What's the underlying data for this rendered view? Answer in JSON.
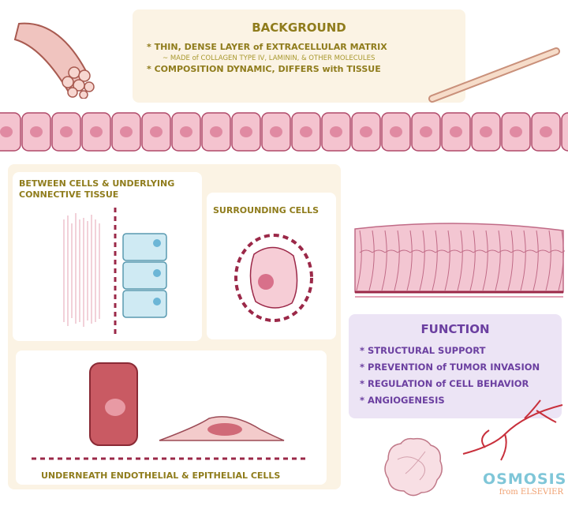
{
  "background": {
    "title": "BACKGROUND",
    "bullets": [
      {
        "text": "* THIN, DENSE LAYER of EXTRACELLULAR MATRIX",
        "sub": "~ MADE of COLLAGEN TYPE IV, LAMININ, & OTHER MOLECULES"
      },
      {
        "text": "* COMPOSITION DYNAMIC, DIFFERS with TISSUE"
      }
    ]
  },
  "locations": {
    "between": "BETWEEN CELLS & UNDERLYING CONNECTIVE TISSUE",
    "surrounding": "SURROUNDING CELLS",
    "underneath": "UNDERNEATH ENDOTHELIAL & EPITHELIAL CELLS"
  },
  "function": {
    "title": "FUNCTION",
    "items": [
      "* STRUCTURAL SUPPORT",
      "* PREVENTION of TUMOR INVASION",
      "* REGULATION of CELL BEHAVIOR",
      "* ANGIOGENESIS"
    ]
  },
  "logo": {
    "name": "OSMOSIS",
    "sub": "from ELSEVIER"
  },
  "colors": {
    "gold": "#8f7c1c",
    "purple": "#6b3fa0",
    "cell": "#f4c3cf",
    "membrane": "#9b2848"
  }
}
